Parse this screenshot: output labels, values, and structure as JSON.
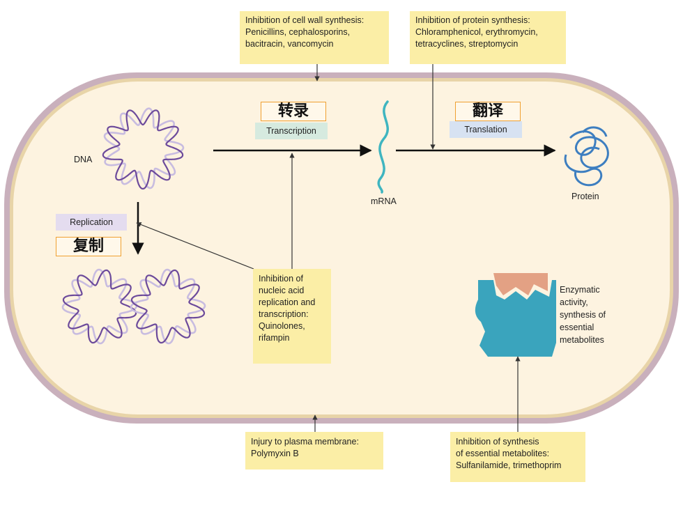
{
  "boxes": {
    "cell_wall": "Inhibition of cell wall synthesis:\nPenicillins, cephalosporins,\nbacitracin, vancomycin",
    "protein_synthesis": "Inhibition of protein synthesis:\nChloramphenicol, erythromycin,\ntetracyclines, streptomycin",
    "nucleic_acid": "Inhibition of\nnucleic acid\nreplication and\ntranscription:\nQuinolones,\nrifampin",
    "plasma_membrane": "Injury to plasma membrane:\nPolymyxin B",
    "metabolites": "Inhibition of synthesis\nof essential metabolites:\nSulfanilamide, trimethoprim"
  },
  "labels": {
    "dna": "DNA",
    "mrna": "mRNA",
    "protein": "Protein",
    "enzymatic": "Enzymatic\nactivity,\nsynthesis of\nessential\nmetabolites"
  },
  "processes": {
    "transcription": "Transcription",
    "transcription_cn": "转录",
    "translation": "Translation",
    "translation_cn": "翻译",
    "replication": "Replication",
    "replication_cn": "复制"
  },
  "colors": {
    "cell_wall": "#c9b0bc",
    "cytoplasm": "#fdf3e0",
    "box_fill": "#fbeea6",
    "dna_dark": "#6c4a9b",
    "dna_light": "#c8bce0",
    "mrna": "#3fb5c0",
    "protein": "#3d7ec0",
    "enzyme": "#3aa4bd",
    "substrate": "#e3a184"
  }
}
